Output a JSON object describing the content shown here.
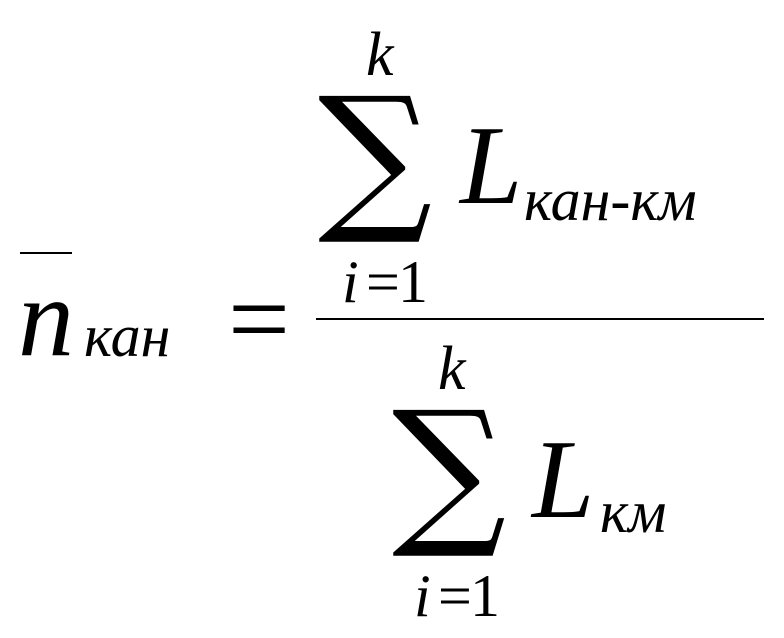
{
  "formula": {
    "lhs": {
      "symbol": "n",
      "subscript": "кан"
    },
    "equals": "=",
    "numerator": {
      "upper_limit": "k",
      "sum_symbol": "∑",
      "lower_index": "i",
      "lower_equals": "=",
      "lower_value": "1",
      "term": "L",
      "term_subscript": "кан-км"
    },
    "denominator": {
      "upper_limit": "k",
      "sum_symbol": "∑",
      "lower_index": "i",
      "lower_equals": "=",
      "lower_value": "1",
      "term": "L",
      "term_subscript": "км"
    },
    "colors": {
      "ink": "#000000",
      "background": "#ffffff"
    }
  }
}
